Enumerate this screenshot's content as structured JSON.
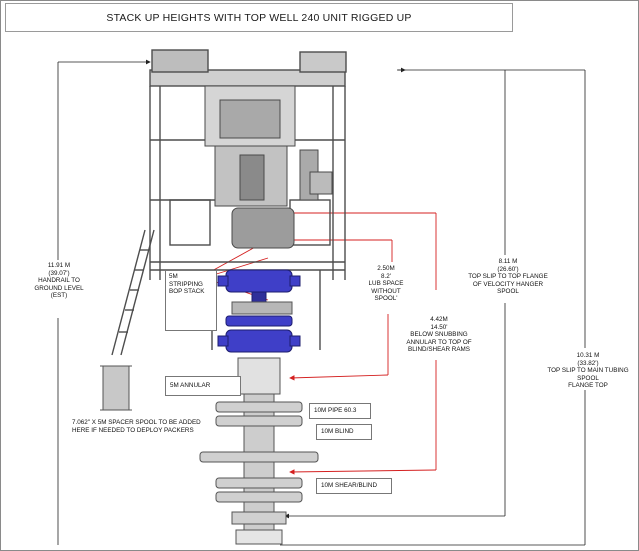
{
  "title": "STACK UP HEIGHTS WITH TOP WELL 240 UNIT RIGGED UP",
  "labels": {
    "handrail": [
      "11.91 M",
      "(39.07')",
      "HANDRAIL TO",
      "GROUND LEVEL",
      "(EST)"
    ],
    "stripping_bop": [
      "5M STRIPPING",
      "BOP STACK"
    ],
    "lub_space": [
      "2.50M",
      "8.2'",
      "LUB SPACE",
      "WITHOUT",
      "SPOOL'"
    ],
    "snubbing": [
      "4.42M",
      "14.50'",
      "BELOW SNUBBING",
      "ANNULAR TO TOP OF",
      "BLIND/SHEAR RAMS"
    ],
    "top_slip_velocity": [
      "8.11 M",
      "(26.60')",
      "TOP SLIP TO TOP FLANGE",
      "OF VELOCITY HANGER",
      "SPOOL"
    ],
    "top_slip_tubing": [
      "10.31 M",
      "(33.82')",
      "TOP SLIP TO MAIN TUBING SPOOL",
      "FLANGE TOP"
    ],
    "annular": "5M ANNULAR",
    "spacer_spool": [
      "7.062\" X 5M SPACER SPOOL TO BE ADDED",
      "HERE IF NEEDED TO DEPLOY PACKERS"
    ],
    "pipe": "10M PIPE 60.3",
    "blind": "10M BLIND",
    "shear_blind": "10M SHEAR/BLIND"
  },
  "colors": {
    "steel": "#5a5a5a",
    "bop_blue": "#3f3fc8",
    "leader_red": "#d42020",
    "dim_line": "#222222"
  }
}
